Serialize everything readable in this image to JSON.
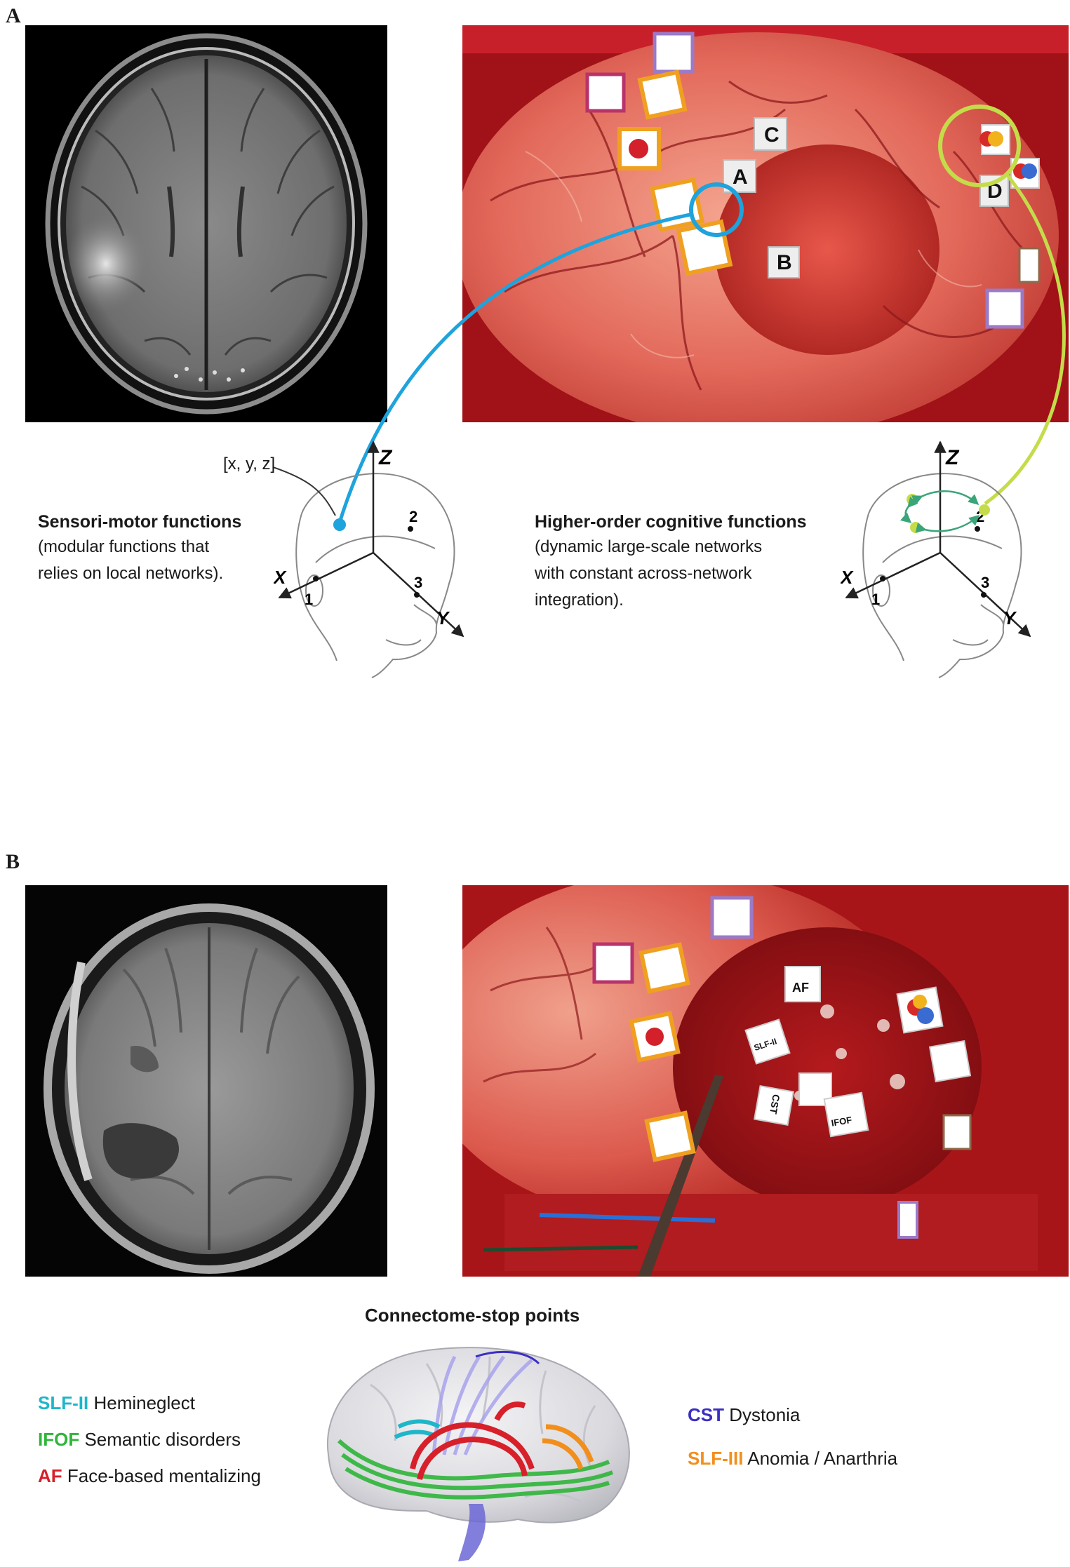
{
  "panels": {
    "a": {
      "letter": "A"
    },
    "b": {
      "letter": "B"
    }
  },
  "panel_a": {
    "cortex_tags": [
      "A",
      "B",
      "C",
      "D"
    ],
    "coordinate_label": "[x, y, z]",
    "axes": {
      "z": "Z",
      "x": "X",
      "y": "Y",
      "t1": "1",
      "t2": "2",
      "t3": "3"
    },
    "sensorimotor": {
      "title": "Sensori-motor functions",
      "desc": [
        "(modular functions that",
        "relies on local networks)."
      ]
    },
    "cognitive": {
      "title": "Higher-order cognitive functions",
      "desc": [
        "(dynamic large-scale networks",
        "with constant across-network",
        "integration)."
      ]
    },
    "colors": {
      "blue": "#1ea3dc",
      "green": "#c5dc4a",
      "green_arrow": "#3aa57a"
    }
  },
  "panel_b": {
    "tags": [
      "AF",
      "SLF-II",
      "CST",
      "IFOF"
    ],
    "connectome_title": "Connectome-stop points",
    "legend_left": [
      {
        "abbr": "SLF-II",
        "label": "Hemineglect",
        "color": "#1fb6c9"
      },
      {
        "abbr": "IFOF",
        "label": "Semantic disorders",
        "color": "#2fb53a"
      },
      {
        "abbr": "AF",
        "label": "Face-based mentalizing",
        "color": "#d7202a"
      }
    ],
    "legend_right": [
      {
        "abbr": "CST",
        "label": "Dystonia",
        "color": "#3b2ec4"
      },
      {
        "abbr": "SLF-III",
        "label": "Anomia / Anarthria",
        "color": "#f28f1c"
      }
    ]
  }
}
